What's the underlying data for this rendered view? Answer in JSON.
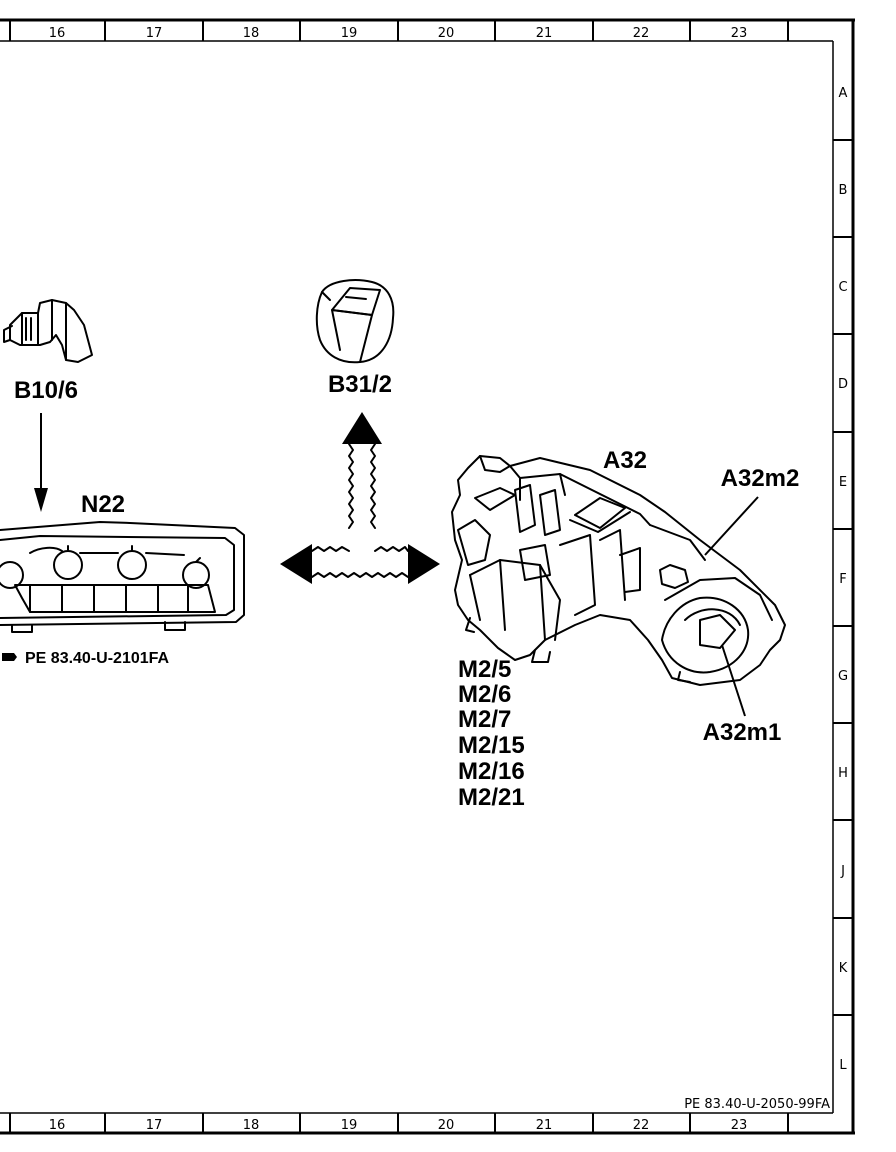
{
  "frame": {
    "columns": [
      "16",
      "17",
      "18",
      "19",
      "20",
      "21",
      "22",
      "23"
    ],
    "rows": [
      "A",
      "B",
      "C",
      "D",
      "E",
      "F",
      "G",
      "H",
      "J",
      "K",
      "L"
    ],
    "document_ref": "PE 83.40-U-2050-99FA"
  },
  "components": {
    "sensor_b10_6": "B10/6",
    "sensor_b31_2": "B31/2",
    "control_unit": "N22",
    "control_unit_ref": "PE 83.40-U-2101FA",
    "control_unit_ref_icon": "pointing-hand-icon",
    "housing": "A32",
    "blower_motor": "A32m2",
    "blower_motor_2": "A32m1",
    "actuators": [
      "M2/5",
      "M2/6",
      "M2/7",
      "M2/15",
      "M2/16",
      "M2/21"
    ]
  }
}
